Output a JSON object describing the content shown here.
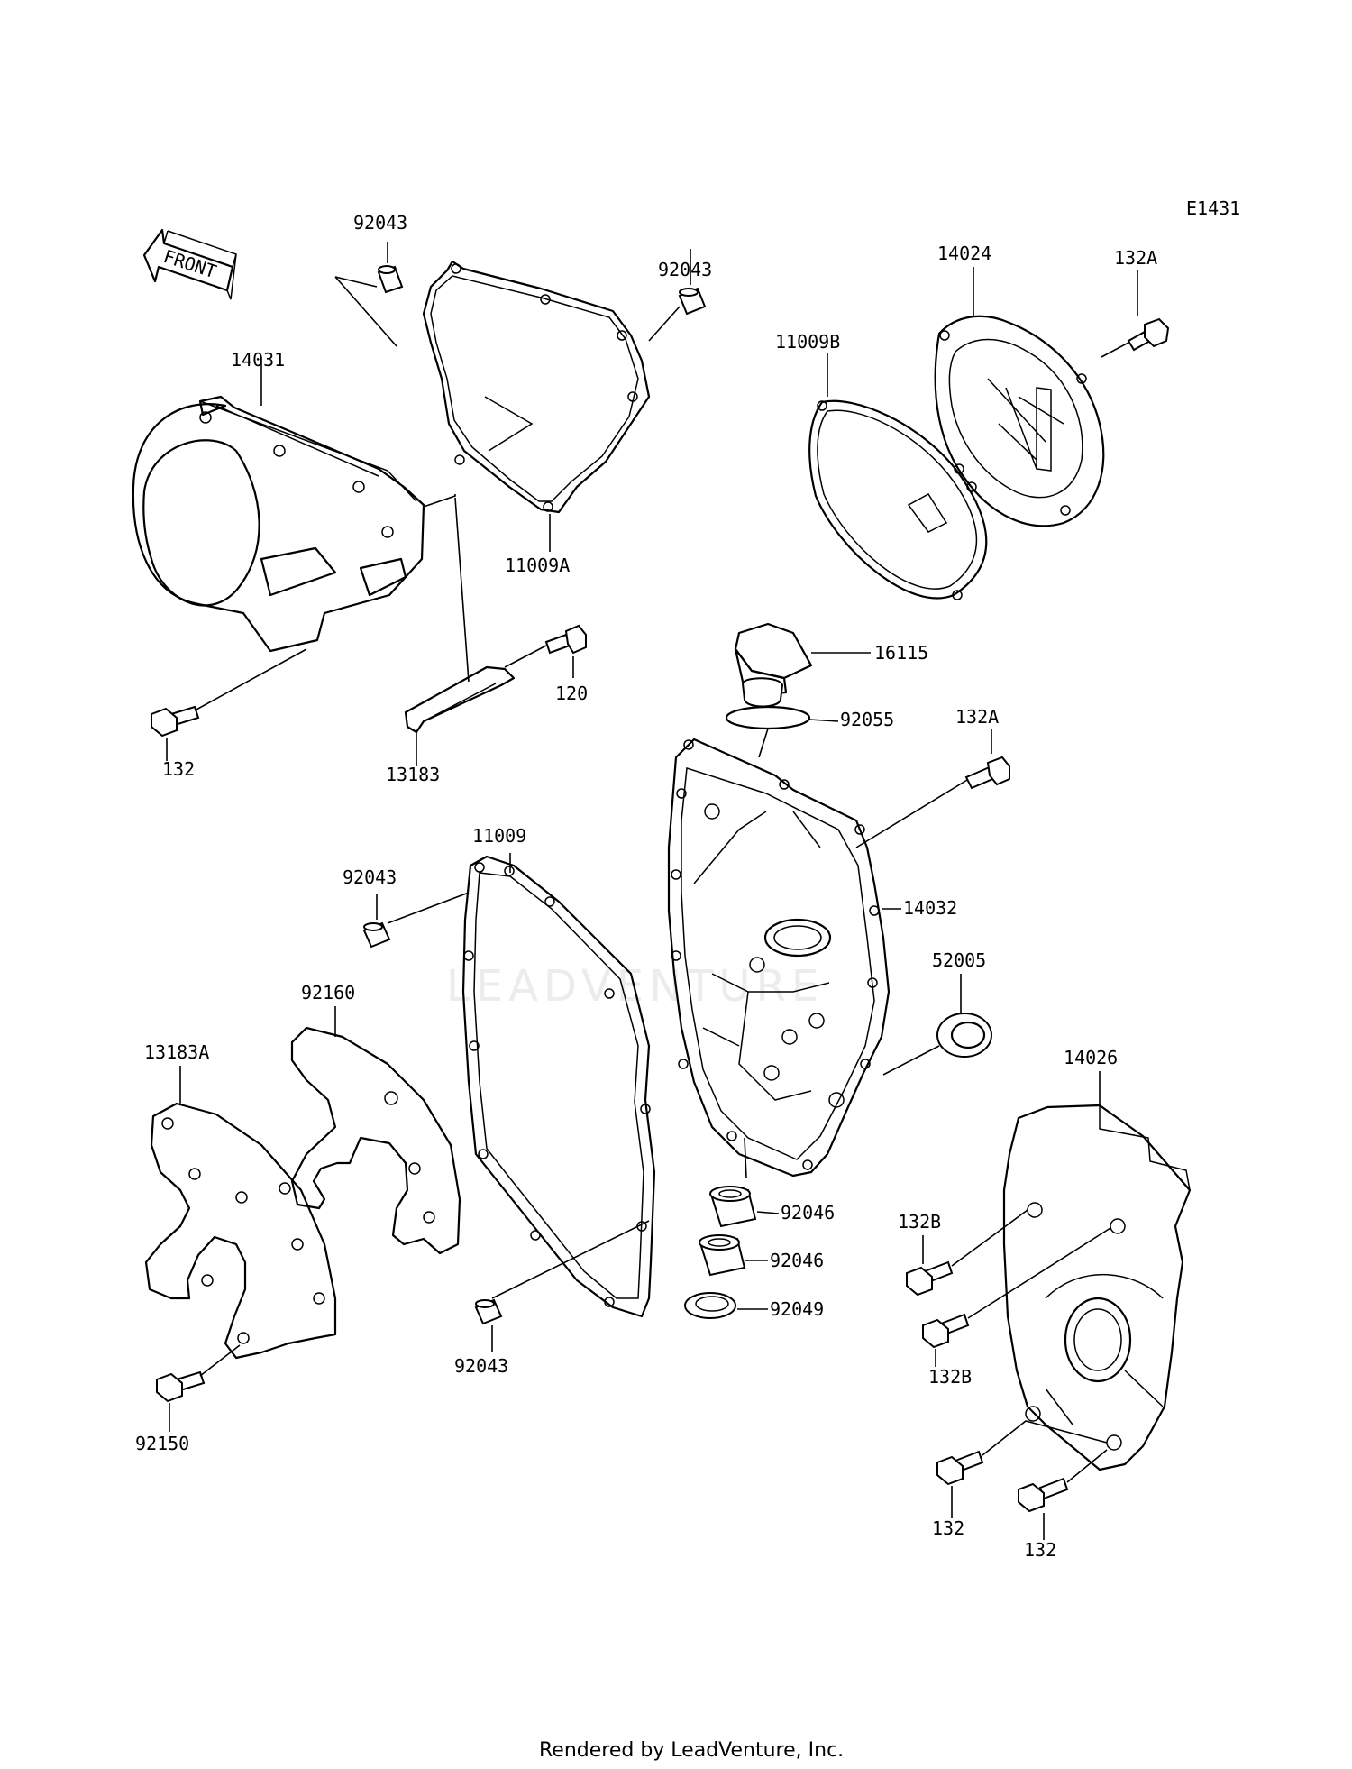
{
  "diagram": {
    "code": "E1431",
    "direction_label": "FRONT",
    "watermark": "LEADVENTURE",
    "footer": "Rendered by LeadVenture, Inc.",
    "part_labels": {
      "l92043a": "92043",
      "l92043b": "92043",
      "l14031": "14031",
      "l11009A": "11009A",
      "l11009B": "11009B",
      "l14024": "14024",
      "l132Aa": "132A",
      "l120": "120",
      "l132a": "132",
      "l13183": "13183",
      "l16115": "16115",
      "l92055": "92055",
      "l132Ab": "132A",
      "l11009": "11009",
      "l92043c": "92043",
      "l14032": "14032",
      "l52005": "52005",
      "l92160": "92160",
      "l13183A": "13183A",
      "l14026": "14026",
      "l92046a": "92046",
      "l132Ba": "132B",
      "l92046b": "92046",
      "l92049": "92049",
      "l132Bb": "132B",
      "l92043d": "92043",
      "l92150": "92150",
      "l132b": "132",
      "l132c": "132"
    }
  }
}
